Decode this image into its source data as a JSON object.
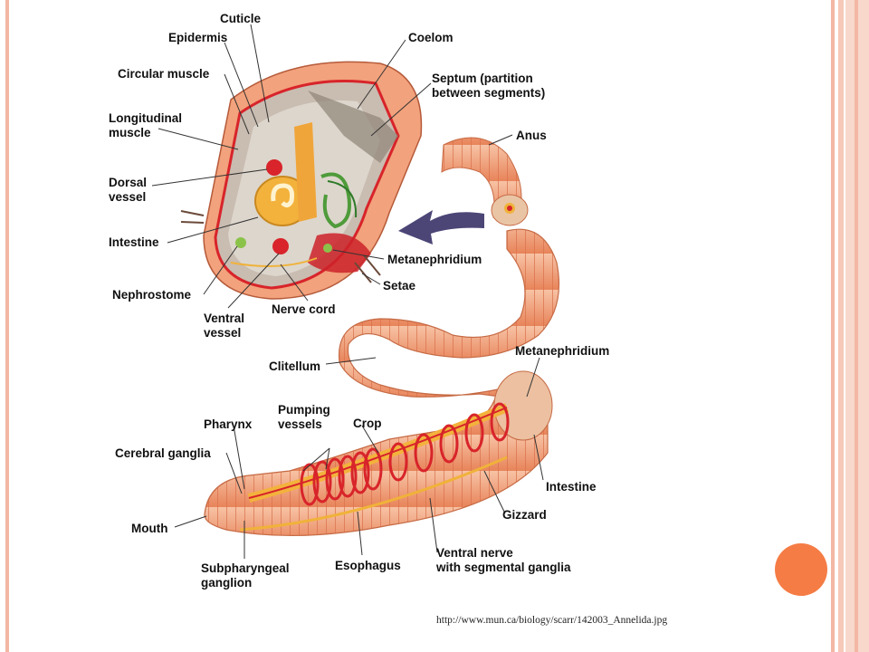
{
  "labels": {
    "cuticle": "Cuticle",
    "epidermis": "Epidermis",
    "circular_muscle": "Circular muscle",
    "longitudinal_muscle_1": "Longitudinal",
    "longitudinal_muscle_2": "muscle",
    "dorsal_vessel_1": "Dorsal",
    "dorsal_vessel_2": "vessel",
    "intestine_top": "Intestine",
    "nephrostome": "Nephrostome",
    "ventral_vessel_1": "Ventral",
    "ventral_vessel_2": "vessel",
    "nerve_cord": "Nerve cord",
    "coelom": "Coelom",
    "septum_1": "Septum (partition",
    "septum_2": "between segments)",
    "anus": "Anus",
    "metanephridium_top": "Metanephridium",
    "setae": "Setae",
    "clitellum": "Clitellum",
    "metanephridium_bottom": "Metanephridium",
    "pumping_vessels_1": "Pumping",
    "pumping_vessels_2": "vessels",
    "pharynx": "Pharynx",
    "crop": "Crop",
    "cerebral_ganglia": "Cerebral ganglia",
    "intestine_bottom": "Intestine",
    "mouth": "Mouth",
    "gizzard": "Gizzard",
    "subpharyngeal_1": "Subpharyngeal",
    "subpharyngeal_2": "ganglion",
    "esophagus": "Esophagus",
    "ventral_nerve_1": "Ventral nerve",
    "ventral_nerve_2": "with segmental ganglia"
  },
  "source_url": "http://www.mun.ca/biology/scarr/142003_Annelida.jpg",
  "colors": {
    "accent_orange": "#f57c45",
    "frame": "#f3b7a4",
    "worm_body": "#f2a27c",
    "vessel_red": "#d8242a",
    "gut_yellow": "#f0b23a"
  }
}
